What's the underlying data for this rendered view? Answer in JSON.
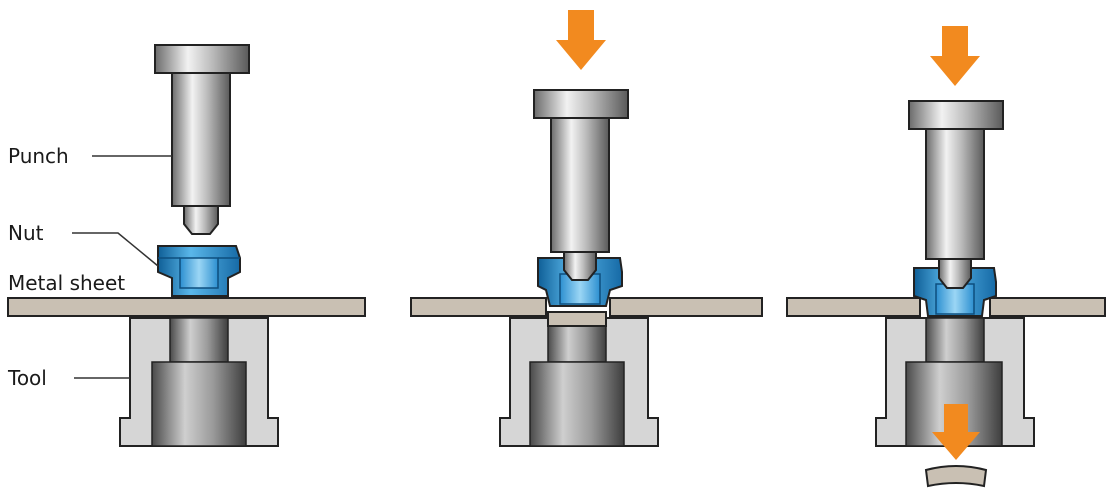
{
  "labels": {
    "punch": "Punch",
    "nut": "Nut",
    "metal_sheet": "Metal sheet",
    "tool": "Tool"
  },
  "colors": {
    "arrow": "#f28a1f",
    "nut": "#1f86c8",
    "sheet": "#c9c0b3",
    "steel_light": "#e8e8e8",
    "steel_dark": "#5a5a5a",
    "tool_body": "#d6d6d6",
    "outline": "#222222"
  }
}
